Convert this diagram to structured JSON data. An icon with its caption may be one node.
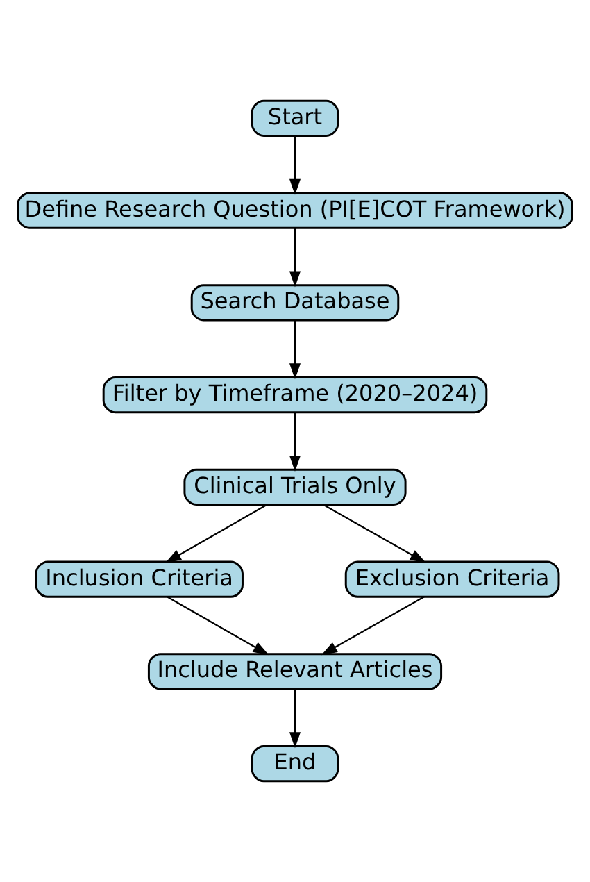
{
  "diagram": {
    "nodes": [
      {
        "text": [
          "Start"
        ]
      },
      {
        "text": [
          "Define Research Question (PI[E]COT Framework)"
        ]
      },
      {
        "text": [
          "Search Database"
        ]
      },
      {
        "text": [
          "Filter by Timeframe (2020–2024)"
        ]
      },
      {
        "text": [
          "Clinical Trials Only"
        ]
      },
      {
        "text": [
          "Inclusion Criteria"
        ]
      },
      {
        "text": [
          "Exclusion Criteria"
        ]
      },
      {
        "text": [
          "Include Relevant Articles"
        ]
      },
      {
        "text": [
          "End"
        ]
      }
    ],
    "edges": [
      {
        "from": 0,
        "to": 1,
        "arrow": "to"
      },
      {
        "from": 1,
        "to": 2,
        "arrow": "to"
      },
      {
        "from": 2,
        "to": 3,
        "arrow": "to"
      },
      {
        "from": 3,
        "to": 4,
        "arrow": "to"
      },
      {
        "from": 4,
        "to": 5,
        "arrow": "to"
      },
      {
        "from": 4,
        "to": 6,
        "arrow": "to"
      },
      {
        "from": 5,
        "to": 7,
        "arrow": "to"
      },
      {
        "from": 6,
        "to": 7,
        "arrow": "to"
      },
      {
        "from": 7,
        "to": 8,
        "arrow": "to"
      }
    ]
  }
}
